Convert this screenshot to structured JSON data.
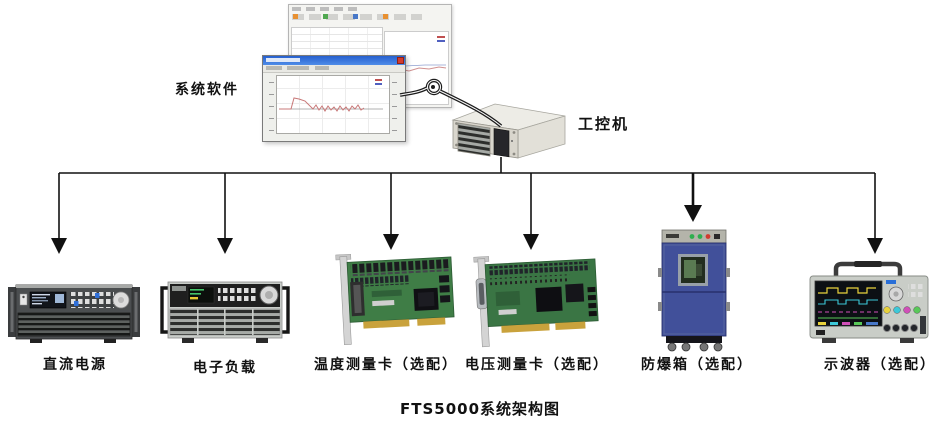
{
  "diagram_title": "FTS5000系统架构图",
  "software": {
    "label": "系统软件"
  },
  "controller": {
    "label": "工控机"
  },
  "devices": [
    {
      "id": "dc-power-supply",
      "label": "直流电源"
    },
    {
      "id": "electronic-load",
      "label": "电子负载"
    },
    {
      "id": "temperature-card",
      "label": "温度测量卡（选配）"
    },
    {
      "id": "voltage-card",
      "label": "电压测量卡（选配）"
    },
    {
      "id": "explosion-proof-box",
      "label": "防爆箱（选配）"
    },
    {
      "id": "oscilloscope",
      "label": "示波器（选配）"
    }
  ],
  "icons": [
    "window-close-icon",
    "cable-loop-icon",
    "arrow-down-icon"
  ],
  "colors": {
    "connector_line": "#111111",
    "pcb_green": "#3f7d46",
    "gold_fingers": "#c9a23c",
    "chamber_blue": "#41509a",
    "title_bar_blue": "#2660cf",
    "waveform_red": "#c87878",
    "chassis_beige": "#d9d6cd",
    "instrument_dark": "#4b4e50",
    "instrument_light": "#c9cdc7"
  }
}
